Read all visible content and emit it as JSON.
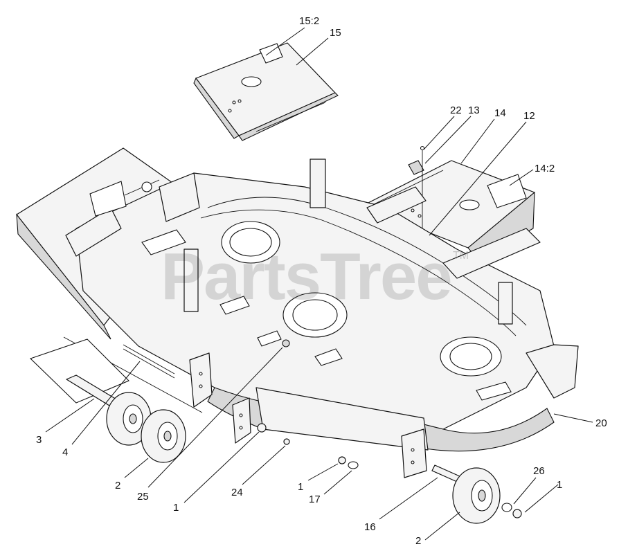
{
  "watermark": {
    "text": "PartsTree",
    "trademark": "TM"
  },
  "callouts": [
    {
      "id": "c-15-2",
      "label": "15:2"
    },
    {
      "id": "c-15",
      "label": "15"
    },
    {
      "id": "c-22",
      "label": "22"
    },
    {
      "id": "c-13",
      "label": "13"
    },
    {
      "id": "c-14",
      "label": "14"
    },
    {
      "id": "c-12",
      "label": "12"
    },
    {
      "id": "c-14-2",
      "label": "14:2"
    },
    {
      "id": "c-20",
      "label": "20"
    },
    {
      "id": "c-3",
      "label": "3"
    },
    {
      "id": "c-4",
      "label": "4"
    },
    {
      "id": "c-2a",
      "label": "2"
    },
    {
      "id": "c-25",
      "label": "25"
    },
    {
      "id": "c-1a",
      "label": "1"
    },
    {
      "id": "c-24",
      "label": "24"
    },
    {
      "id": "c-1b",
      "label": "1"
    },
    {
      "id": "c-17",
      "label": "17"
    },
    {
      "id": "c-16",
      "label": "16"
    },
    {
      "id": "c-26",
      "label": "26"
    },
    {
      "id": "c-1c",
      "label": "1"
    },
    {
      "id": "c-2b",
      "label": "2"
    }
  ]
}
